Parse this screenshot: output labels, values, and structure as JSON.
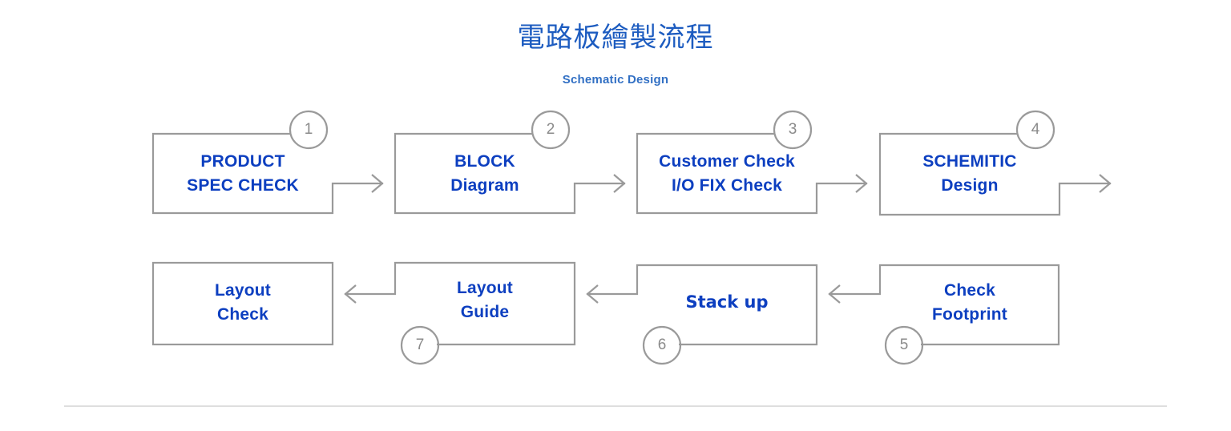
{
  "header": {
    "title": "電路板繪製流程",
    "subtitle": "Schematic Design"
  },
  "colors": {
    "title_blue": "#1d5cc0",
    "subtitle_blue": "#3270c4",
    "label_blue": "#0d3fc0",
    "stroke_gray": "#9a9a9a",
    "number_gray": "#8a8a8a",
    "divider_gray": "#dedede",
    "background": "#ffffff"
  },
  "flow": {
    "row1_direction": "left-to-right",
    "row2_direction": "right-to-left",
    "steps": [
      {
        "number": "1",
        "label": "PRODUCT\nSPEC CHECK",
        "row": 1
      },
      {
        "number": "2",
        "label": "BLOCK\nDiagram",
        "row": 1
      },
      {
        "number": "3",
        "label": "Customer Check\nI/O FIX Check",
        "row": 1
      },
      {
        "number": "4",
        "label": "SCHEMITIC\nDesign",
        "row": 1
      },
      {
        "number": "5",
        "label": "Check\nFootprint",
        "row": 2
      },
      {
        "number": "6",
        "label": "Stack up",
        "row": 2
      },
      {
        "number": "7",
        "label": "Layout\nGuide",
        "row": 2
      },
      {
        "number": "",
        "label": "Layout\nCheck",
        "row": 2
      }
    ]
  }
}
